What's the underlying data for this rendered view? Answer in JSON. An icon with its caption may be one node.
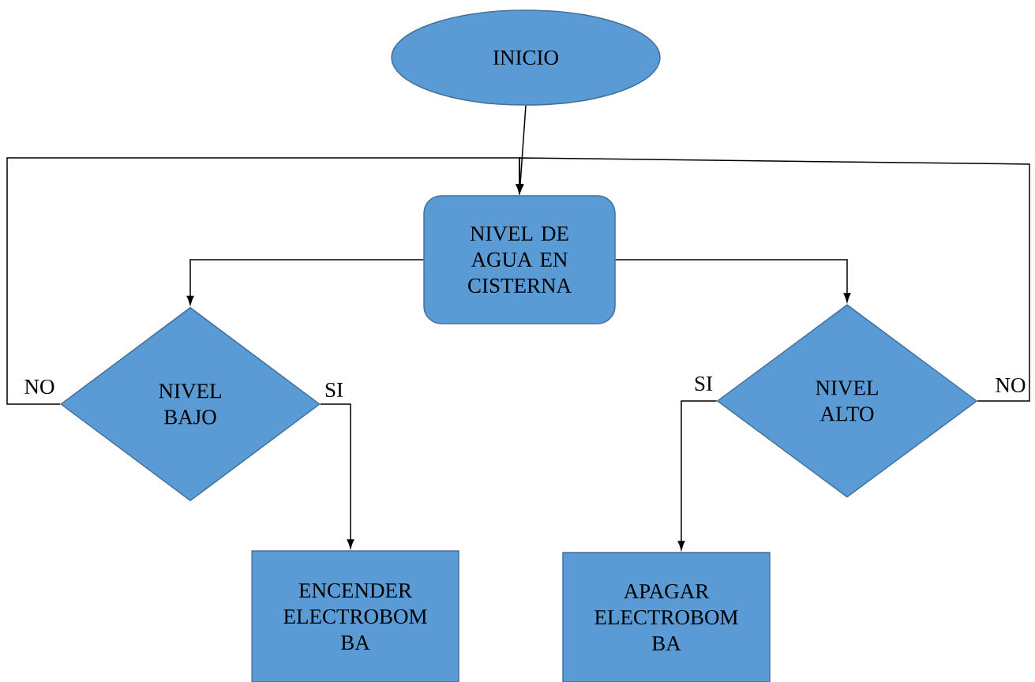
{
  "diagram": {
    "nodes": [
      {
        "text": [
          "INICIO"
        ]
      },
      {
        "text": [
          "NIVEL DE AGUA EN CISTERNA"
        ]
      },
      {
        "text": [
          "NIVEL BAJO"
        ]
      },
      {
        "text": [
          "NIVEL ALTO"
        ]
      },
      {
        "text": [
          "ENCENDER ELECTROBOM BA"
        ]
      },
      {
        "text": [
          "APAGAR ELECTROBOM BA"
        ]
      }
    ],
    "edges": [
      {
        "from": 0,
        "to": 1,
        "arrow": "to"
      },
      {
        "from": 1,
        "to": 2,
        "arrow": "to"
      },
      {
        "from": 1,
        "to": 3,
        "arrow": "to"
      },
      {
        "from": 2,
        "to": 4,
        "arrow": "to",
        "label": "SI"
      },
      {
        "from": 3,
        "to": 5,
        "arrow": "to",
        "label": "SI"
      },
      {
        "from": 2,
        "to": 1,
        "arrow": "to",
        "label": "NO"
      },
      {
        "from": 3,
        "to": 1,
        "arrow": "to",
        "label": "NO"
      }
    ]
  }
}
